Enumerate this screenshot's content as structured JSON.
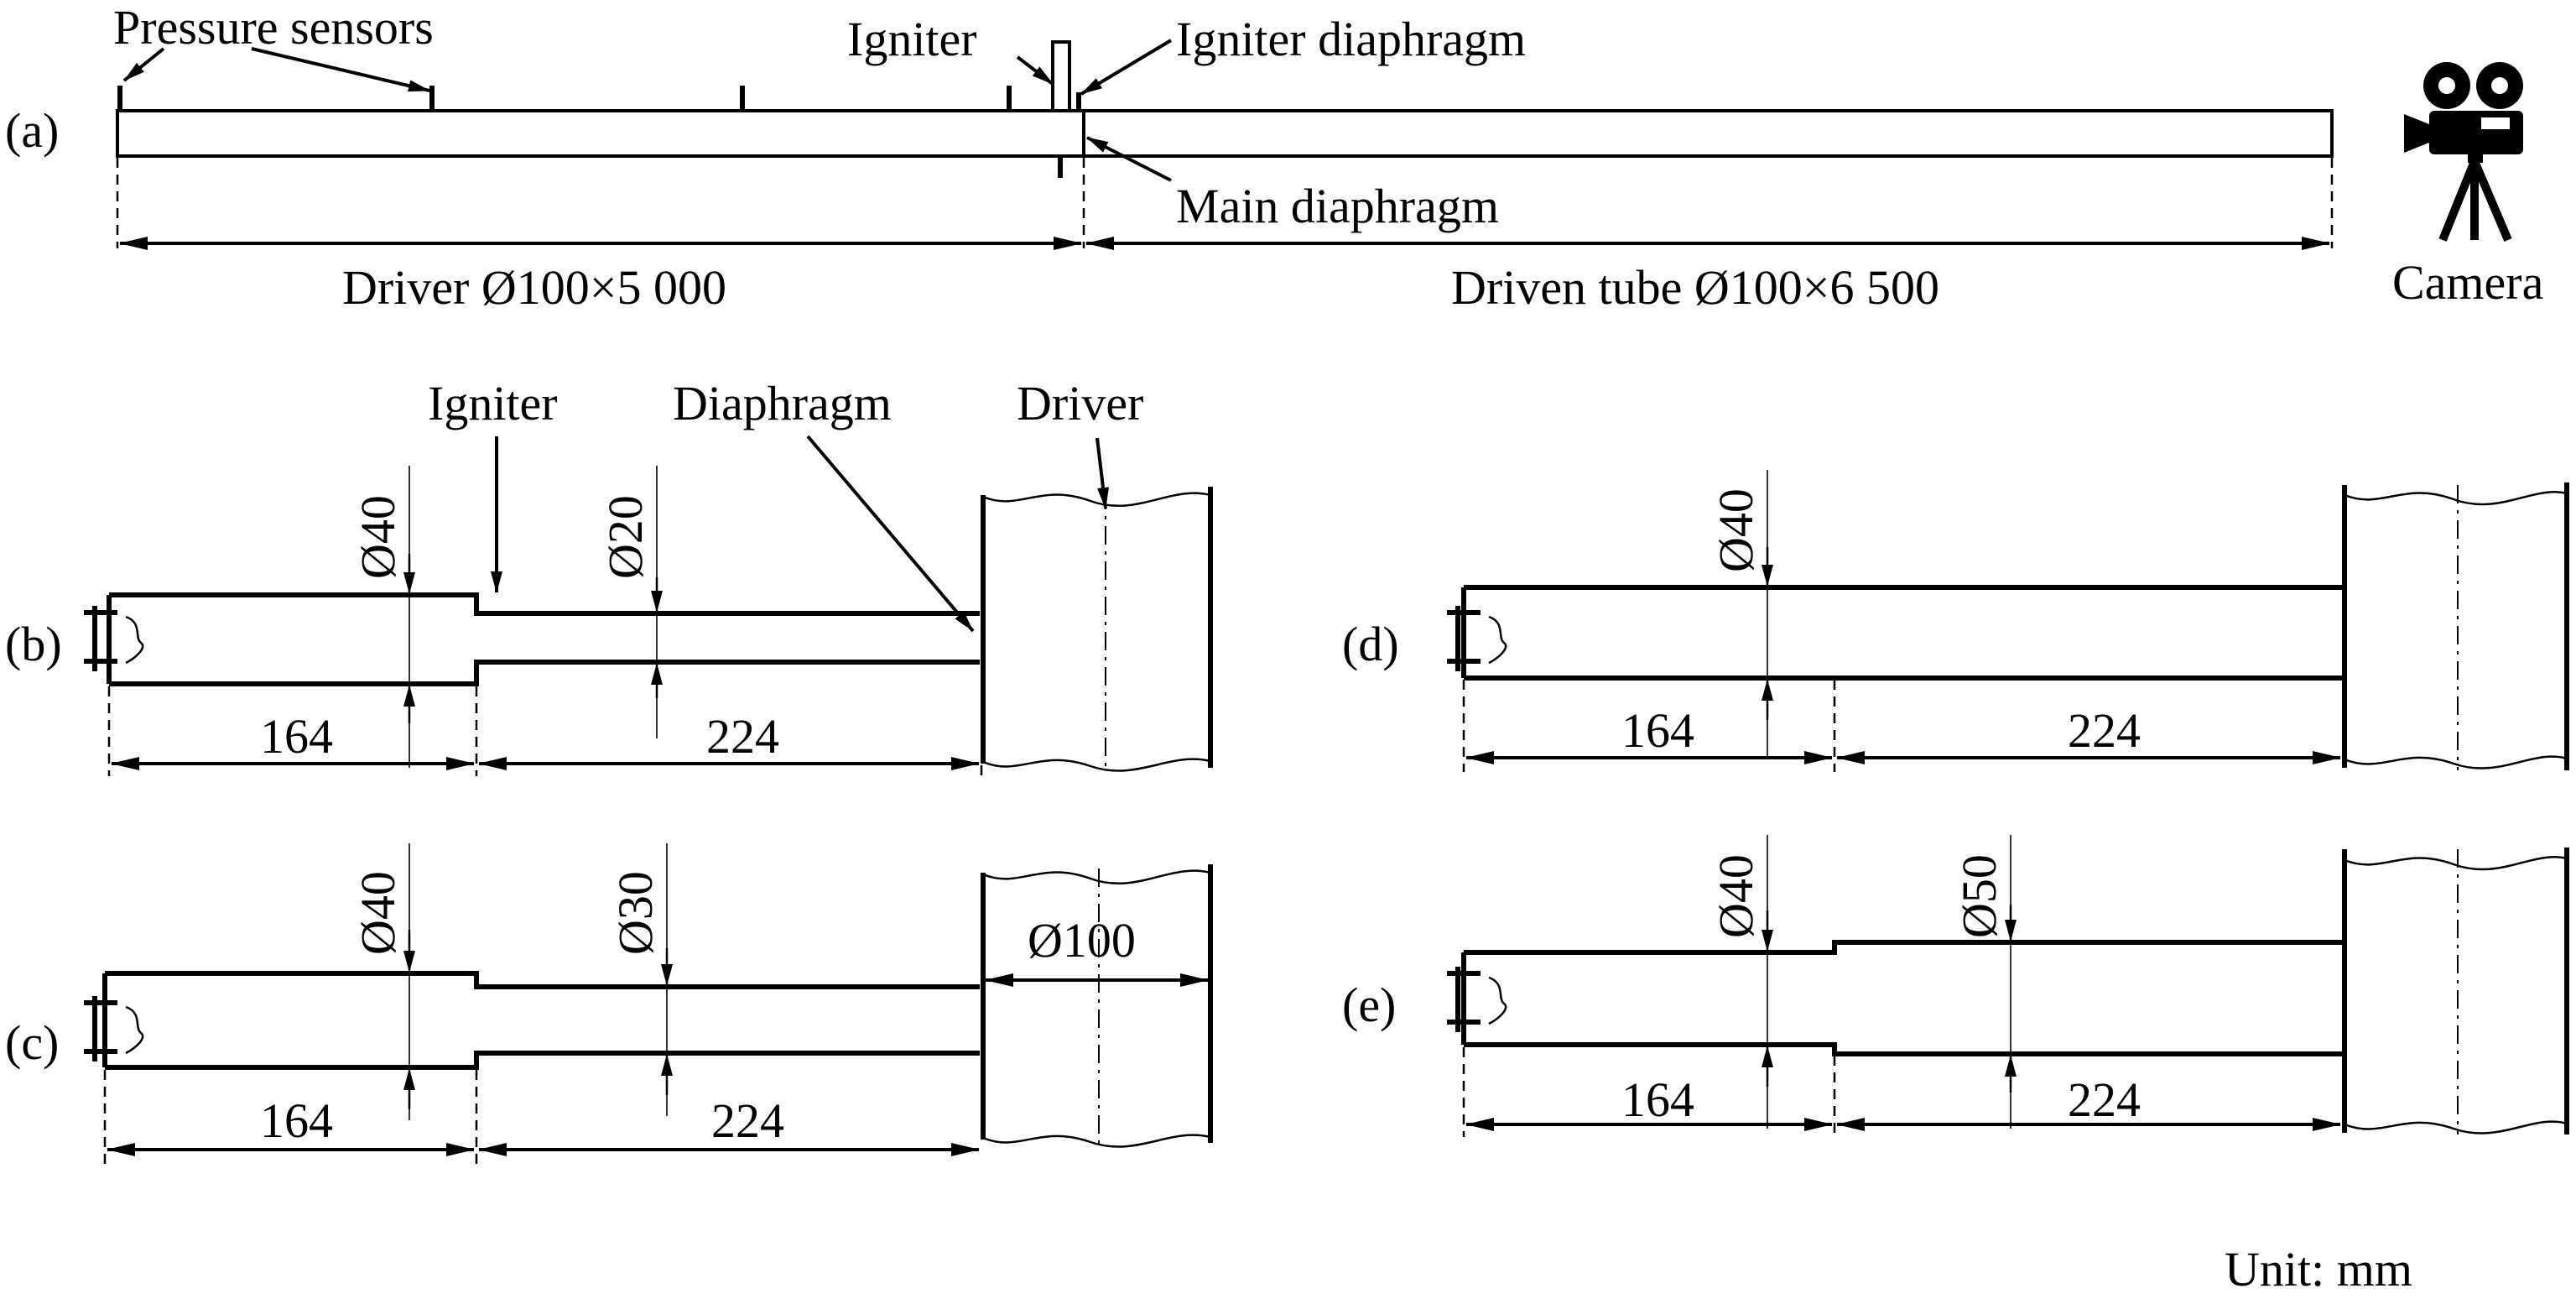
{
  "panel_a": {
    "tag": "(a)",
    "pressure_sensors": "Pressure sensors",
    "igniter": "Igniter",
    "igniter_diaphragm": "Igniter diaphragm",
    "main_diaphragm": "Main diaphragm",
    "driver_dim": "Driver Ø100×5 000",
    "driven_dim": "Driven tube Ø100×6 500",
    "camera": "Camera"
  },
  "panel_b": {
    "tag": "(b)",
    "igniter": "Igniter",
    "diaphragm": "Diaphragm",
    "driver": "Driver",
    "d1": "Ø40",
    "d2": "Ø20",
    "len1": "164",
    "len2": "224"
  },
  "panel_c": {
    "tag": "(c)",
    "d1": "Ø40",
    "d2": "Ø30",
    "d3": "Ø100",
    "len1": "164",
    "len2": "224"
  },
  "panel_d": {
    "tag": "(d)",
    "d1": "Ø40",
    "len1": "164",
    "len2": "224"
  },
  "panel_e": {
    "tag": "(e)",
    "d1": "Ø40",
    "d2": "Ø50",
    "len1": "164",
    "len2": "224"
  },
  "unit": "Unit: mm"
}
